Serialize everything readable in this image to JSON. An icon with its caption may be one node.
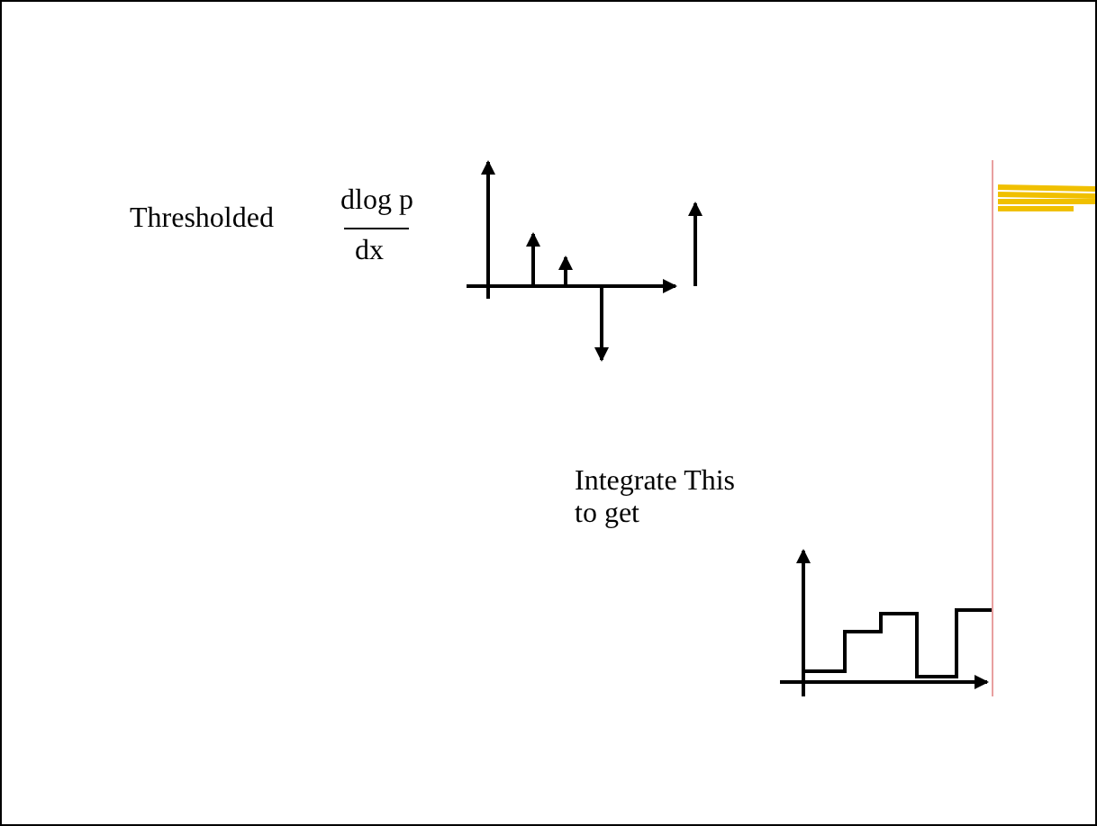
{
  "diagram": {
    "labels": [
      "Thresholded",
      "dlog p",
      "dx",
      "Integrate This to get"
    ]
  }
}
